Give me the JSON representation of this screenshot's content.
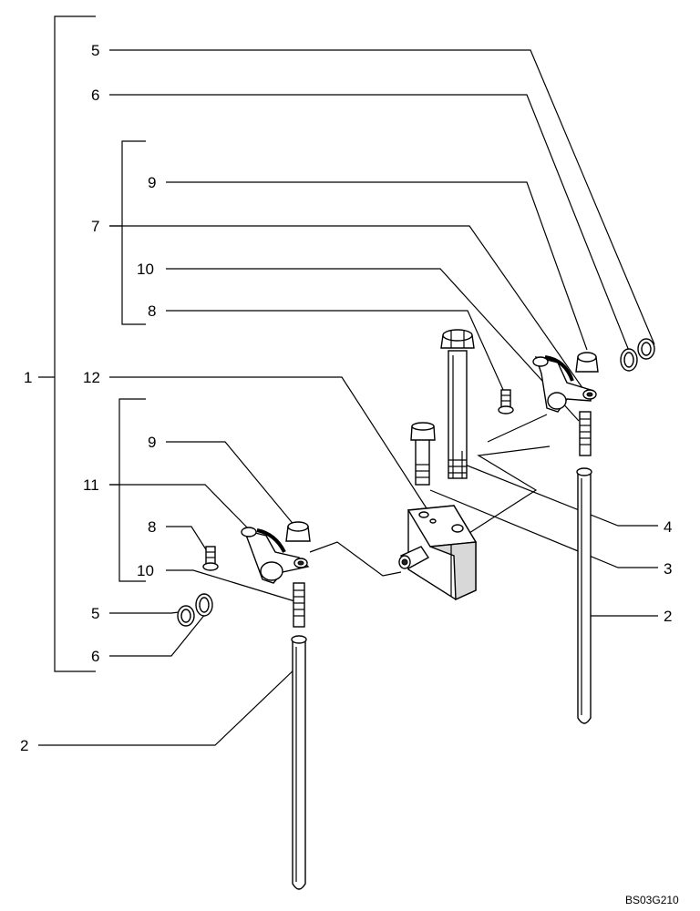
{
  "diagram": {
    "labels": {
      "l1": "1",
      "l2a": "2",
      "l2b": "2",
      "l3": "3",
      "l4": "4",
      "l5a": "5",
      "l5b": "5",
      "l6a": "6",
      "l6b": "6",
      "l7": "7",
      "l8a": "8",
      "l8b": "8",
      "l9a": "9",
      "l9b": "9",
      "l10a": "10",
      "l10b": "10",
      "l11": "11",
      "l12": "12"
    },
    "drawing_code": "BS03G210"
  }
}
